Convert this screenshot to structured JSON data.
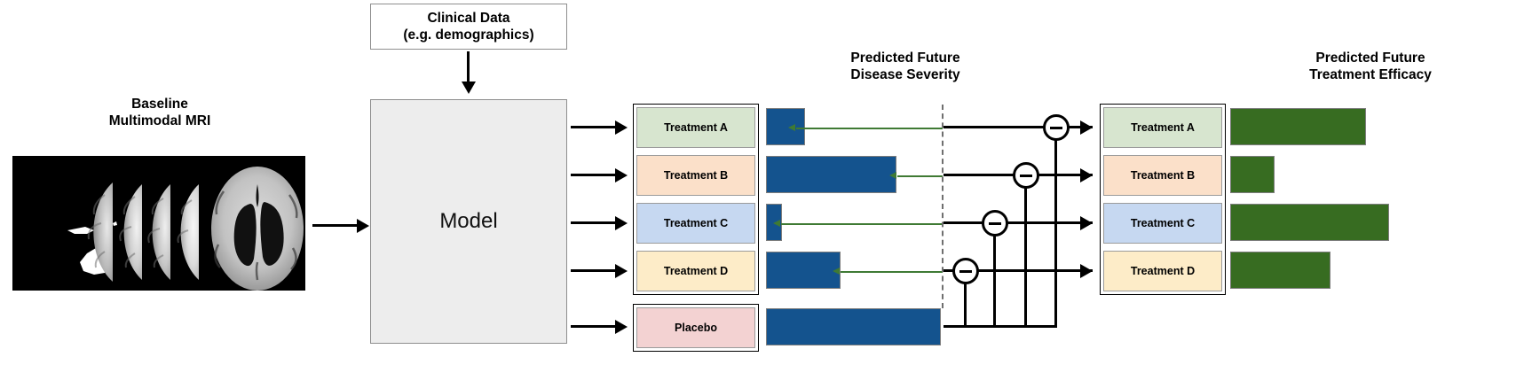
{
  "figure": {
    "type": "pipeline-diagram",
    "description": "Model pipeline predicting future disease severity and treatment efficacy from baseline multimodal MRI and clinical data"
  },
  "inputs": {
    "mri_label_line1": "Baseline",
    "mri_label_line2": "Multimodal MRI",
    "clinical_label_line1": "Clinical Data",
    "clinical_label_line2": "(e.g. demographics)"
  },
  "model": {
    "label": "Model"
  },
  "headers": {
    "severity_line1": "Predicted Future",
    "severity_line2": "Disease Severity",
    "efficacy_line1": "Predicted Future",
    "efficacy_line2": "Treatment Efficacy"
  },
  "arms_left": [
    {
      "label": "Treatment A",
      "color": "#d7e5cf"
    },
    {
      "label": "Treatment B",
      "color": "#fbe0c9"
    },
    {
      "label": "Treatment C",
      "color": "#c6d8f1"
    },
    {
      "label": "Treatment D",
      "color": "#fdecc8"
    },
    {
      "label": "Placebo",
      "color": "#f3d2d2"
    }
  ],
  "arms_right": [
    {
      "label": "Treatment A",
      "color": "#d7e5cf"
    },
    {
      "label": "Treatment B",
      "color": "#fbe0c9"
    },
    {
      "label": "Treatment C",
      "color": "#c6d8f1"
    },
    {
      "label": "Treatment D",
      "color": "#fdecc8"
    }
  ],
  "chart_data": [
    {
      "type": "bar",
      "title": "Predicted Future Disease Severity",
      "orientation": "horizontal",
      "categories": [
        "Treatment A",
        "Treatment B",
        "Treatment C",
        "Treatment D",
        "Placebo"
      ],
      "values": [
        44,
        147,
        18,
        84,
        197
      ],
      "units": "px-length (relative severity)",
      "color": "#14538e",
      "xlabel": "",
      "ylabel": "",
      "grid": false,
      "legend": false
    },
    {
      "type": "bar",
      "title": "Predicted Future Treatment Efficacy",
      "orientation": "horizontal",
      "categories": [
        "Treatment A",
        "Treatment B",
        "Treatment C",
        "Treatment D"
      ],
      "values": [
        153,
        50,
        179,
        113
      ],
      "units": "px-length (relative efficacy)",
      "color": "#376c21",
      "xlabel": "",
      "ylabel": "",
      "grid": false,
      "legend": false
    }
  ],
  "operators": {
    "symbol": "minus",
    "count": 4,
    "meaning": "placebo severity minus treatment severity"
  },
  "colors": {
    "severity_bar": "#14538e",
    "efficacy_bar": "#376c21",
    "model_box": "#ededed",
    "green_arrow": "#3f7a34",
    "divider": "#6f6f6f"
  }
}
